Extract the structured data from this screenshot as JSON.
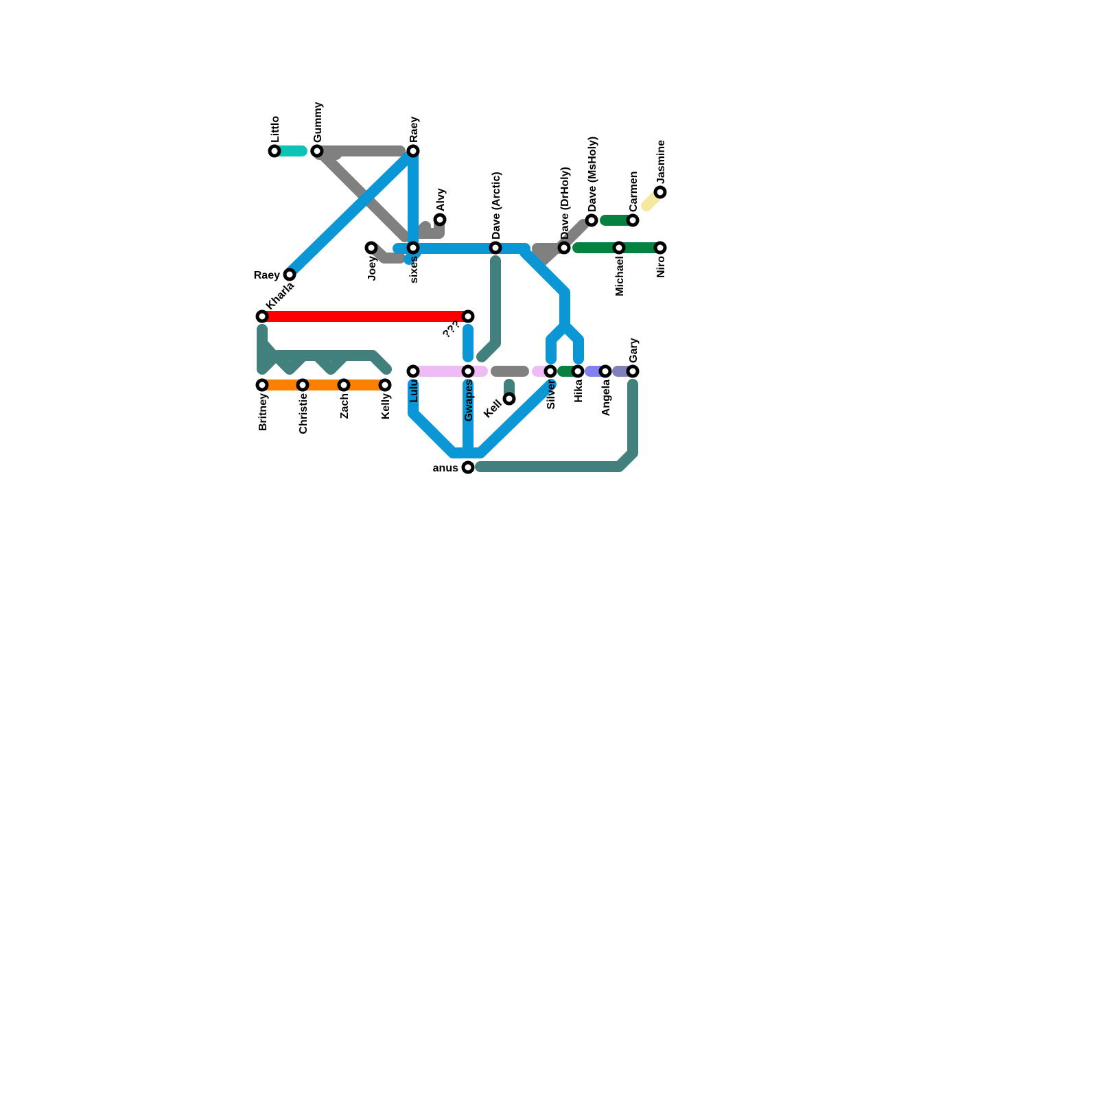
{
  "lines": [
    {
      "id": "teal-short",
      "color": "#0cc4b5"
    },
    {
      "id": "gray",
      "color": "#808080"
    },
    {
      "id": "blue",
      "color": "#0b96d6"
    },
    {
      "id": "red",
      "color": "#ff0000"
    },
    {
      "id": "dark-teal",
      "color": "#41807d"
    },
    {
      "id": "orange",
      "color": "#ff7f00"
    },
    {
      "id": "pink",
      "color": "#eebbf7"
    },
    {
      "id": "green",
      "color": "#078140"
    },
    {
      "id": "periwinkle",
      "color": "#8080f0"
    },
    {
      "id": "slate-purple",
      "color": "#8080bb"
    },
    {
      "id": "pale-yellow",
      "color": "#f5e8a0"
    }
  ],
  "stations": [
    {
      "name": "Littlo"
    },
    {
      "name": "Gummy"
    },
    {
      "name": "Raey"
    },
    {
      "name": "Alvy"
    },
    {
      "name": "Joey"
    },
    {
      "name": "sixes"
    },
    {
      "name": "Dave (Arctic)"
    },
    {
      "name": "Dave (DrHoly)"
    },
    {
      "name": "Dave (MsHoly)"
    },
    {
      "name": "Carmen"
    },
    {
      "name": "Jasmine"
    },
    {
      "name": "Michael"
    },
    {
      "name": "Niro"
    },
    {
      "name": "Raey"
    },
    {
      "name": "Kharla"
    },
    {
      "name": "???"
    },
    {
      "name": "Britney"
    },
    {
      "name": "Christie"
    },
    {
      "name": "Zach"
    },
    {
      "name": "Kelly"
    },
    {
      "name": "Lulu"
    },
    {
      "name": "Gwapes"
    },
    {
      "name": "Kell"
    },
    {
      "name": "Silver"
    },
    {
      "name": "Hika"
    },
    {
      "name": "Angela"
    },
    {
      "name": "Gary"
    },
    {
      "name": "anus"
    }
  ]
}
